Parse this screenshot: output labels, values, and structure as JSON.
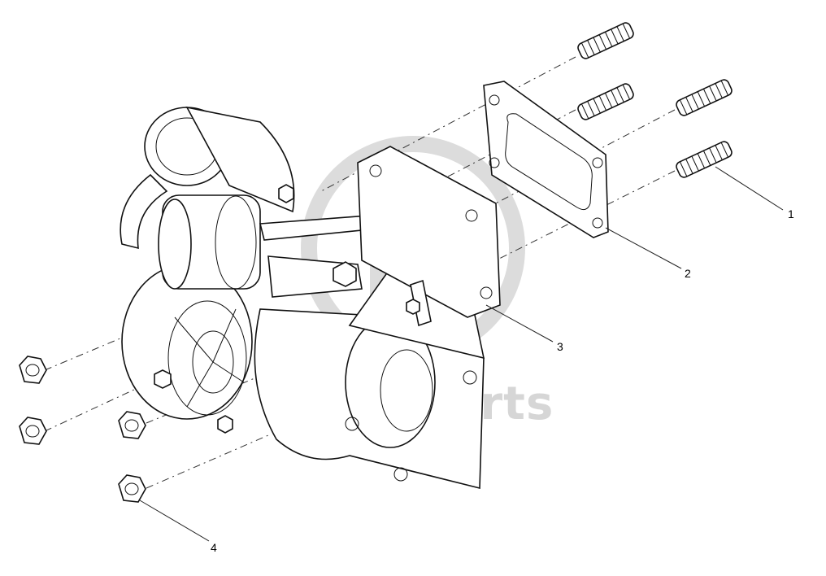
{
  "watermark": {
    "text": "data-parts"
  },
  "callouts": [
    {
      "label": "1"
    },
    {
      "label": "2"
    },
    {
      "label": "3"
    },
    {
      "label": "4"
    }
  ]
}
